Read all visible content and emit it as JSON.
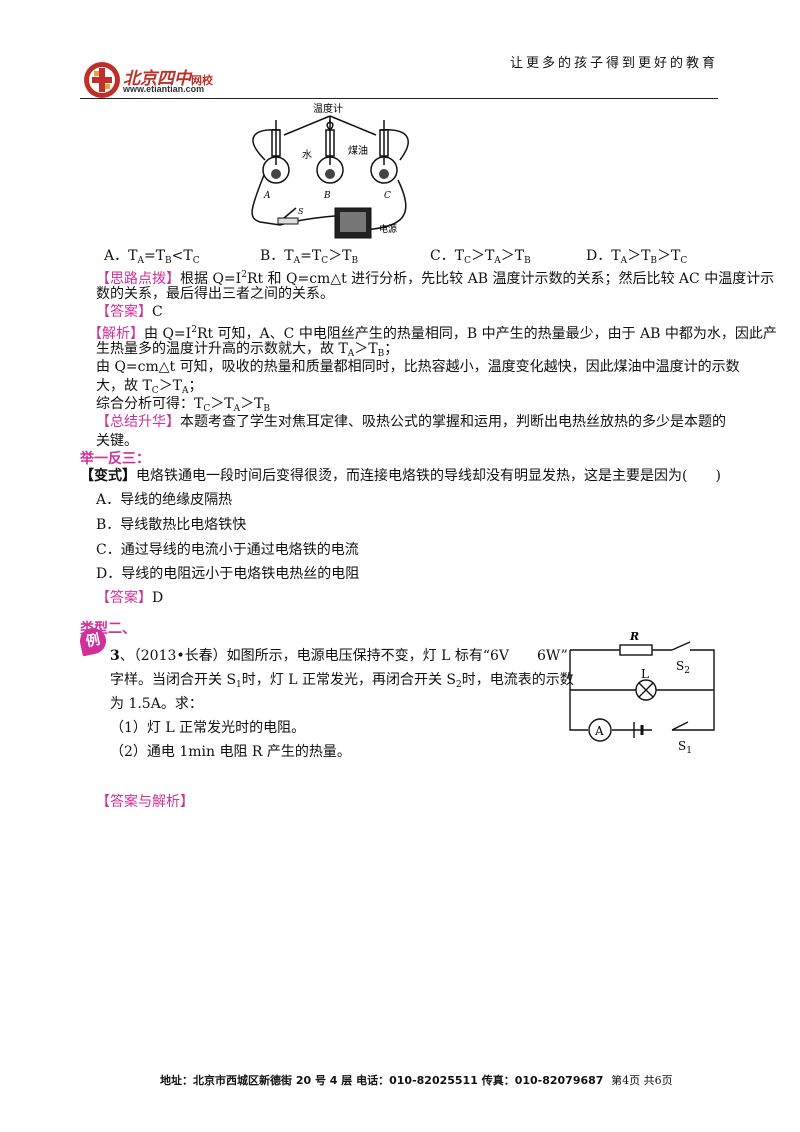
{
  "header": {
    "logo_cn": "北京四中",
    "logo_suffix": "网校",
    "logo_url": "www.etiantian.com",
    "slogan": "让更多的孩子得到更好的教育"
  },
  "figure1": {
    "thermometer_label": "温度计",
    "water_label": "水",
    "oil_label": "煤油",
    "flask_a": "A",
    "flask_b": "B",
    "flask_c": "C",
    "switch_label": "S",
    "power_label": "电源"
  },
  "q2": {
    "options": {
      "a_prefix": "A．",
      "b_prefix": "B．",
      "c_prefix": "C．",
      "d_prefix": "D．"
    },
    "idea_tag": "【思路点拨】",
    "idea_text_1a": "根据 Q=I",
    "idea_text_1b": "Rt 和 Q=cm△t 进行分析，先比较 AB 温度计示数的关系；然后比较 AC 中温度计示",
    "idea_text_2": "数的关系，最后得出三者之间的关系。",
    "answer_tag": "【答案】",
    "answer": "C",
    "analysis_tag": "【解析】",
    "analysis_1a": "由 Q=I",
    "analysis_1b": "Rt 可知，A、C 中电阻丝产生的热量相同，B 中产生的热量最少，由于 AB 中都为水，因此产",
    "analysis_2a": "生热量多的温度计升高的示数就大，故 T",
    "analysis_2b": "＞T",
    "analysis_2c": "；",
    "analysis_3": "由 Q=cm△t 可知，吸收的热量和质量都相同时，比热容越小，温度变化越快，因此煤油中温度计的示数",
    "analysis_4a": "大，故 T",
    "analysis_4b": "＞T",
    "analysis_4c": "；",
    "analysis_5a": "综合分析可得：T",
    "summary_tag": "【总结升华】",
    "summary_1": "本题考查了学生对焦耳定律、吸热公式的掌握和运用，判断出电热丝放热的多少是本题的",
    "summary_2": "关键。"
  },
  "variant": {
    "section": "举一反三：",
    "tag": "【变式】",
    "stem": "电烙铁通电一段时间后变得很烫，而连接电烙铁的导线却没有明显发热，这是主要是因为(　　)",
    "option_a": "A．导线的绝缘皮隔热",
    "option_b": "B．导线散热比电烙铁快",
    "option_c": "C．通过导线的电流小于通过电烙铁的电流",
    "option_d": "D．导线的电阻远小于电烙铁电热丝的电阻",
    "answer_tag": "【答案】",
    "answer": "D"
  },
  "type2": {
    "section": "类型二、",
    "badge": "例",
    "q_num": "3",
    "stem_1": "、（2013•长春）如图所示，电源电压保持不变，灯 L 标有“6V　　6W”",
    "stem_2a": "字样。当闭合开关 S",
    "stem_2b": "时，灯 L 正常发光，再闭合开关 S",
    "stem_2c": "时，电流表的示数",
    "stem_3": "为 1.5A。求：",
    "sub_1": "（1）灯 L 正常发光时的电阻。",
    "sub_2": "（2）通电 1min 电阻 R 产生的热量。",
    "answer_tag": "【答案与解析】"
  },
  "figure2": {
    "resistor_label": "R",
    "lamp_label": "L",
    "ammeter_label": "A",
    "switch2_label": "S",
    "switch1_label": "S",
    "switch2_sub": "2",
    "switch1_sub": "1"
  },
  "footer": {
    "address": "地址：北京市西城区新德街 20 号 4 层  电话：010-82025511  传真：010-82079687",
    "page": "第4页  共6页"
  },
  "colors": {
    "tag": "#d0309a",
    "logo": "#c0302a"
  }
}
